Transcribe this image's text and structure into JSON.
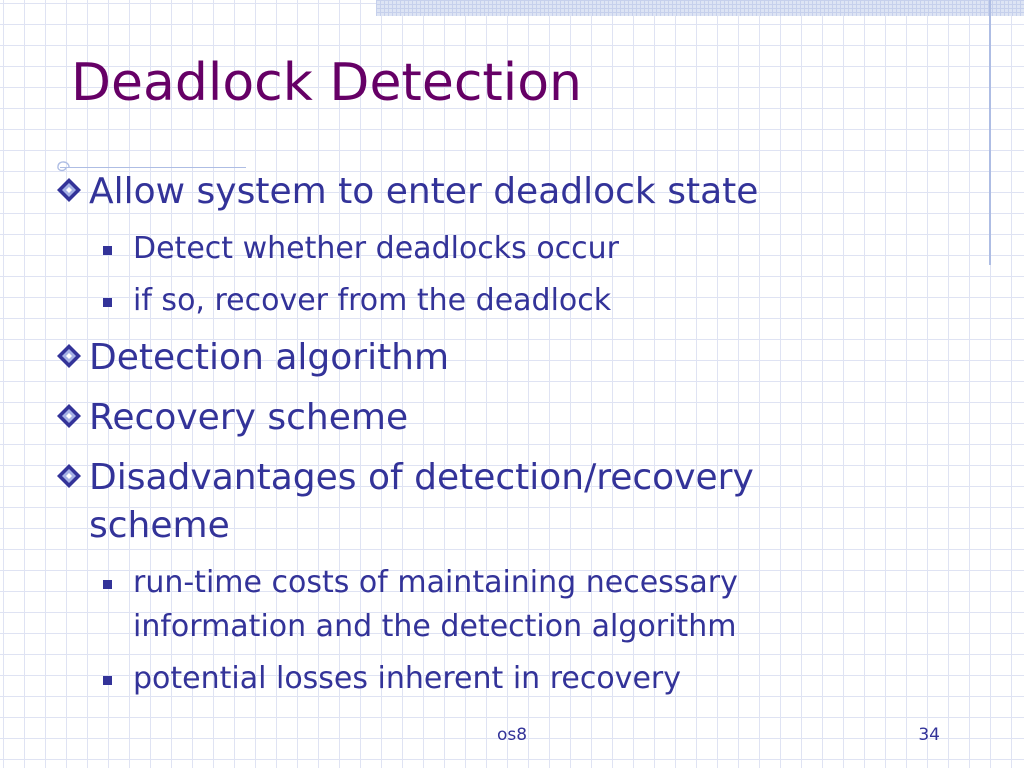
{
  "slide": {
    "title": "Deadlock Detection",
    "bullets": [
      {
        "text": "Allow system to enter deadlock state",
        "sub": [
          "Detect whether deadlocks occur",
          "if so, recover from the deadlock"
        ]
      },
      {
        "text": "Detection algorithm",
        "sub": []
      },
      {
        "text": "Recovery scheme",
        "sub": []
      },
      {
        "text": "Disadvantages of detection/recovery scheme",
        "sub": [
          "run-time costs of maintaining necessary information and the detection algorithm",
          "potential losses inherent in recovery"
        ]
      }
    ],
    "footer": {
      "center": "os8",
      "page_number": "34"
    }
  },
  "theme": {
    "title_color": "#660066",
    "text_color": "#333399",
    "grid_color": "#dfe3f3",
    "accent_color": "#aebde4"
  },
  "icons": {
    "level1_bullet": "diamond-bullet-icon",
    "level2_bullet": "square-bullet-icon"
  }
}
